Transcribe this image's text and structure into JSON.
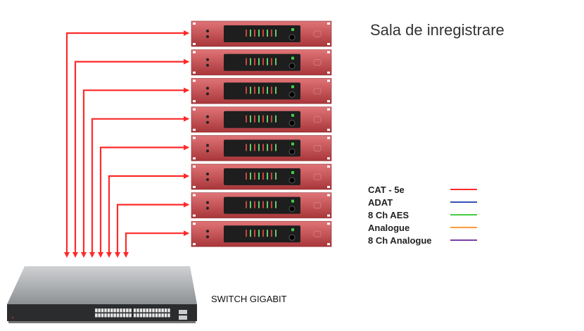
{
  "title": "Sala de inregistrare",
  "switch_label": "SWITCH GIGABIT",
  "device_count": 8,
  "connection_color": "#ff2a2a",
  "legend": [
    {
      "label": "CAT - 5e",
      "color": "#ff2a2a"
    },
    {
      "label": "ADAT",
      "color": "#3a4fb5"
    },
    {
      "label": "8 Ch AES",
      "color": "#44cc44"
    },
    {
      "label": "Analogue",
      "color": "#ff9a3a"
    },
    {
      "label": "8 Ch Analogue",
      "color": "#7a3fa8"
    }
  ],
  "colors": {
    "rack": "#c9474b",
    "rack_panel": "#1e1e1e",
    "switch_body": "#a9acae",
    "switch_front": "#2a2c2e"
  }
}
